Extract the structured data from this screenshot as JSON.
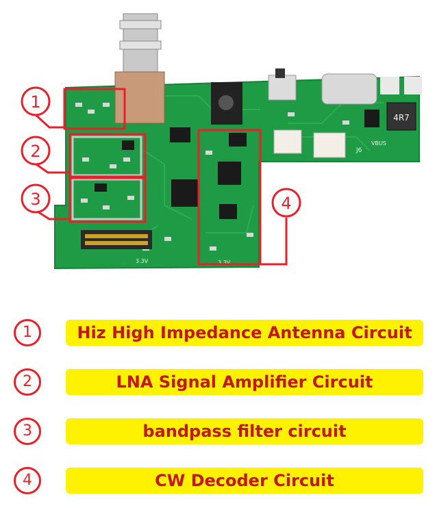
{
  "markers": [
    "1",
    "2",
    "3",
    "4"
  ],
  "legend": [
    {
      "number": "1",
      "label": "Hiz High Impedance Antenna Circuit"
    },
    {
      "number": "2",
      "label": "LNA Signal Amplifier Circuit"
    },
    {
      "number": "3",
      "label": "bandpass filter circuit"
    },
    {
      "number": "4",
      "label": "CW Decoder Circuit"
    }
  ],
  "board_labels": {
    "inductor": "4R7",
    "vbus": "VBUS",
    "j6": "J6",
    "v33": "3.3V",
    "v33b": "3.3V"
  },
  "colors": {
    "pcb": "#1f9a45",
    "highlight_box": "#e8202a",
    "legend_fill": "#fff200",
    "legend_text": "#c4161c"
  }
}
